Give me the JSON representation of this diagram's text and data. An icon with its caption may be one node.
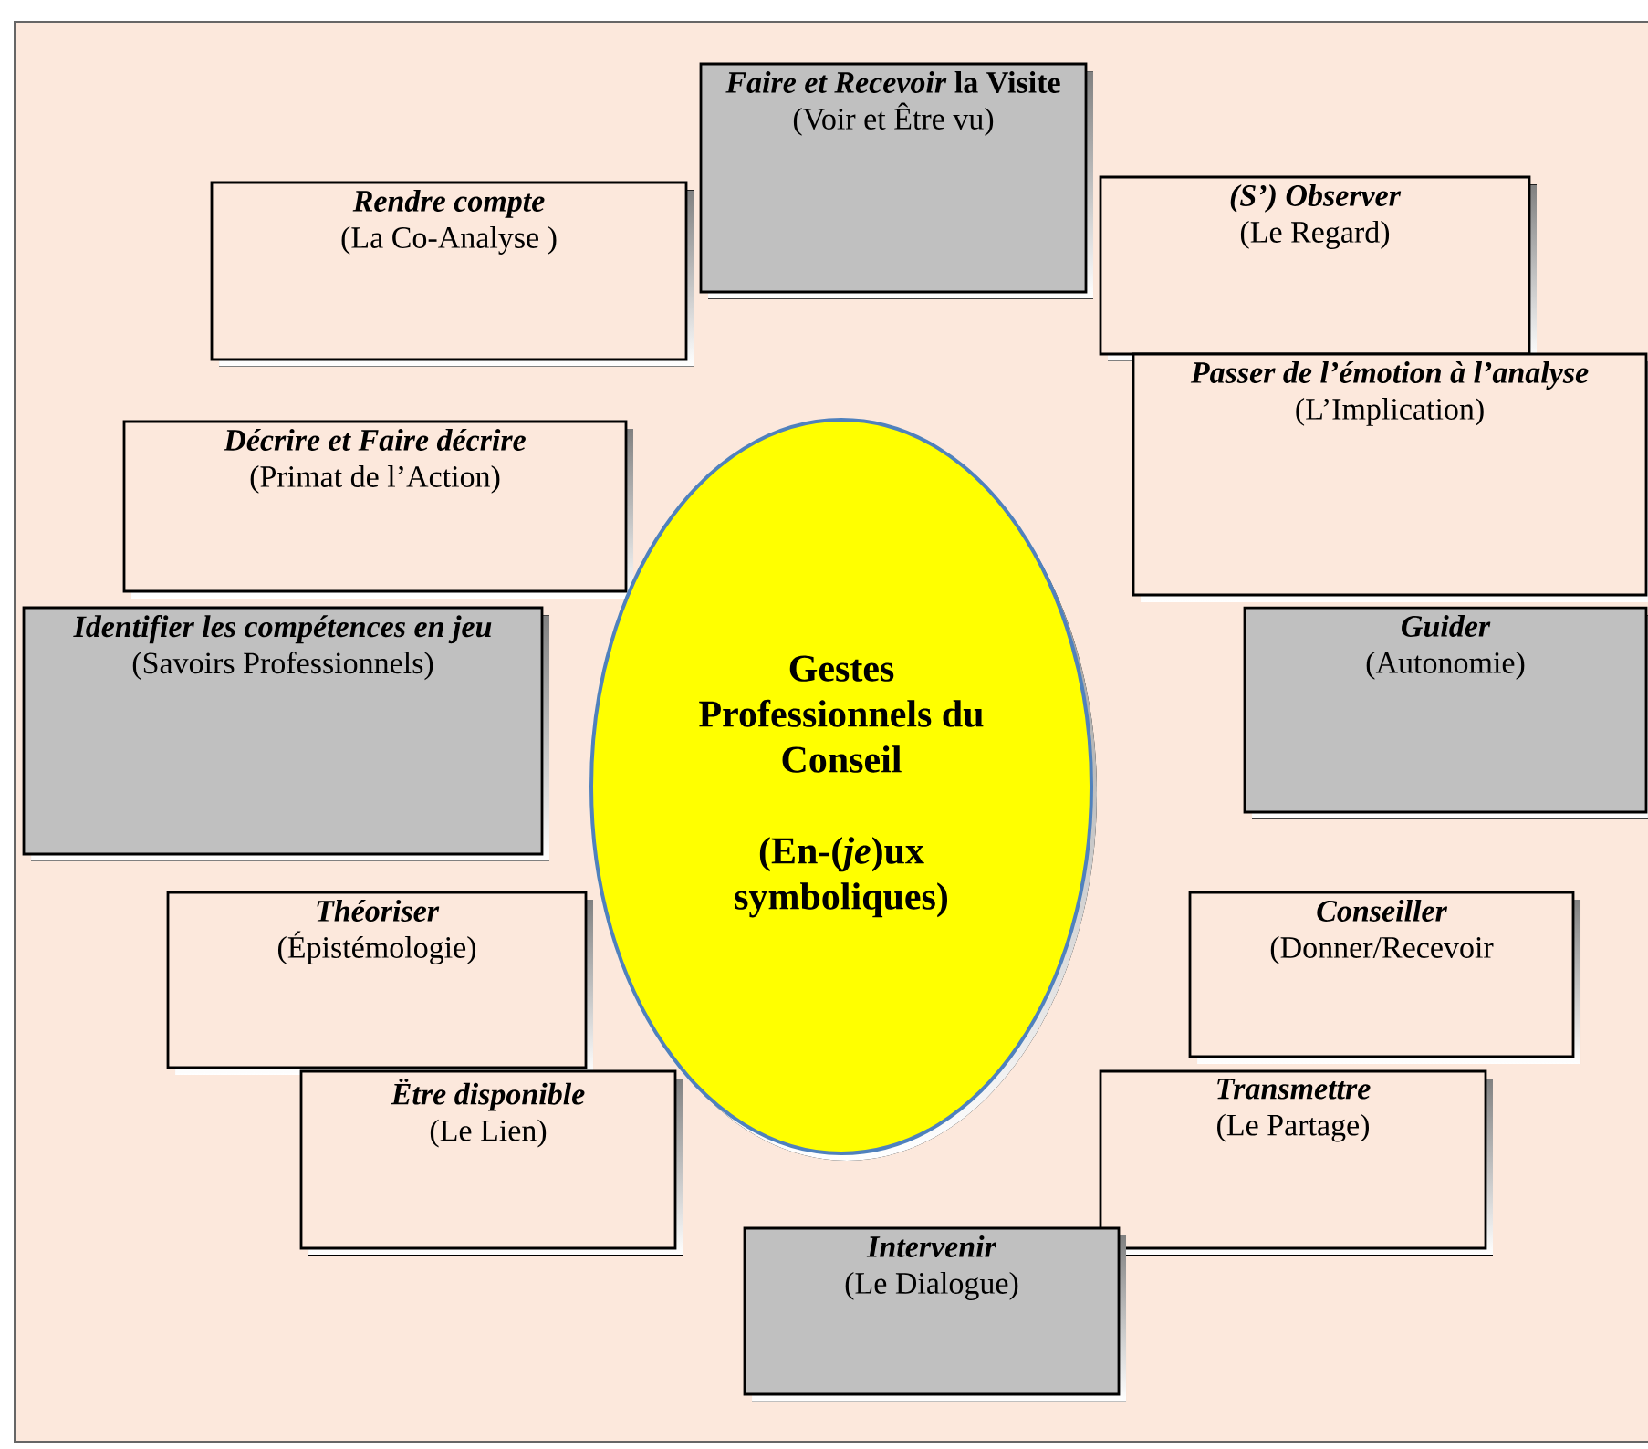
{
  "diagram": {
    "nodes": [
      {
        "text": [
          "*Faire et Recevoir* la Visite",
          "(Voir et Être vu)"
        ]
      },
      {
        "text": [
          "Rendre compte",
          "(La Co-Analyse )"
        ]
      },
      {
        "text": [
          "(S’) Observer",
          "(Le Regard)"
        ]
      },
      {
        "text": [
          "Passer de l’émotion à l’analyse",
          "(L’Implication)"
        ]
      },
      {
        "text": [
          "Décrire et Faire décrire",
          "(Primat de l’Action)"
        ]
      },
      {
        "text": [
          "Gestes Professionnels du Conseil",
          "(En-(*je*)ux symboliques)"
        ]
      },
      {
        "text": [
          "Identifier les compétences en jeu",
          "(Savoirs Professionnels)"
        ]
      },
      {
        "text": [
          "Guider",
          "(Autonomie)"
        ]
      },
      {
        "text": [
          "Théoriser",
          "(Épistémologie)"
        ]
      },
      {
        "text": [
          "Conseiller",
          "(Donner/Recevoir"
        ]
      },
      {
        "text": [
          "Ëtre disponible",
          "(Le Lien)"
        ]
      },
      {
        "text": [
          "Transmettre",
          "(Le Partage)"
        ]
      },
      {
        "text": [
          "Intervenir",
          "(Le Dialogue)"
        ]
      }
    ]
  }
}
